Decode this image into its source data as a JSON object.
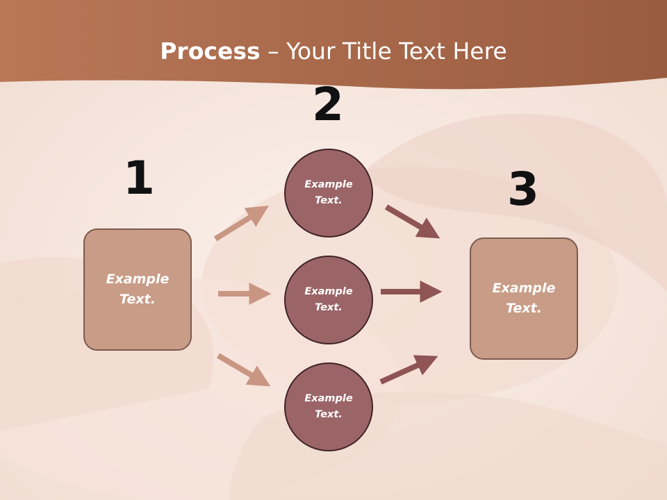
{
  "slide": {
    "title_bold": "Process",
    "title_rest": " – Your Title Text Here",
    "colors": {
      "header_band": "#a96a4a",
      "box_fill": "#c89c86",
      "circle_fill": "#9b6568",
      "arrow_light": "#c99684",
      "arrow_dark": "#8e5456"
    }
  },
  "steps": {
    "one": {
      "number": "1",
      "box": {
        "line1": "Example",
        "line2": "Text."
      }
    },
    "two": {
      "number": "2",
      "circles": [
        {
          "line1": "Example",
          "line2": "Text."
        },
        {
          "line1": "Example",
          "line2": "Text."
        },
        {
          "line1": "Example",
          "line2": "Text."
        }
      ]
    },
    "three": {
      "number": "3",
      "box": {
        "line1": "Example",
        "line2": "Text."
      }
    }
  }
}
